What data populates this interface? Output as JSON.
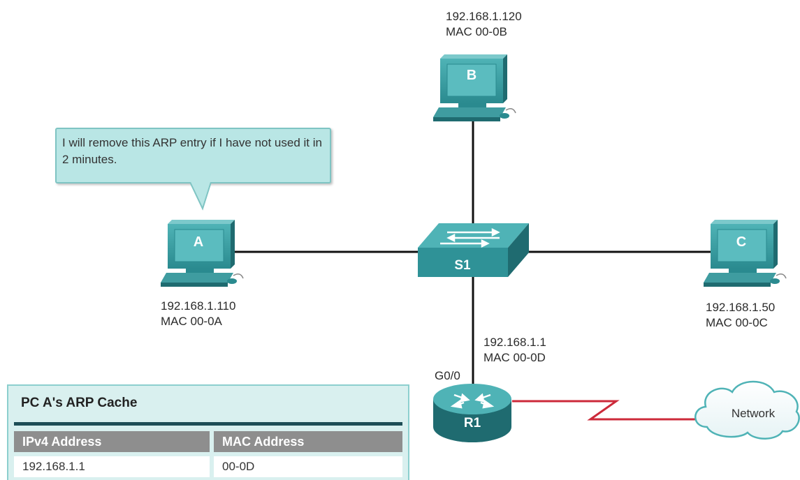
{
  "callout": {
    "text": "I will remove this ARP entry if I have not used it in 2 minutes."
  },
  "devices": {
    "pc_a": {
      "letter": "A",
      "ip": "192.168.1.110",
      "mac": "MAC 00-0A"
    },
    "pc_b": {
      "letter": "B",
      "ip": "192.168.1.120",
      "mac": "MAC 00-0B"
    },
    "pc_c": {
      "letter": "C",
      "ip": "192.168.1.50",
      "mac": "MAC 00-0C"
    },
    "switch": {
      "name": "S1"
    },
    "router": {
      "name": "R1",
      "interface": "G0/0",
      "ip": "192.168.1.1",
      "mac": "MAC 00-0D"
    },
    "cloud": {
      "label": "Network"
    }
  },
  "arp_table": {
    "title": "PC A's ARP Cache",
    "headers": [
      "IPv4 Address",
      "MAC Address"
    ],
    "rows": [
      [
        "192.168.1.1",
        "00-0D"
      ]
    ]
  },
  "colors": {
    "teal_light": "#3f9ca0",
    "teal_dark": "#1f6b70",
    "wan_link": "#cc2a3a"
  }
}
